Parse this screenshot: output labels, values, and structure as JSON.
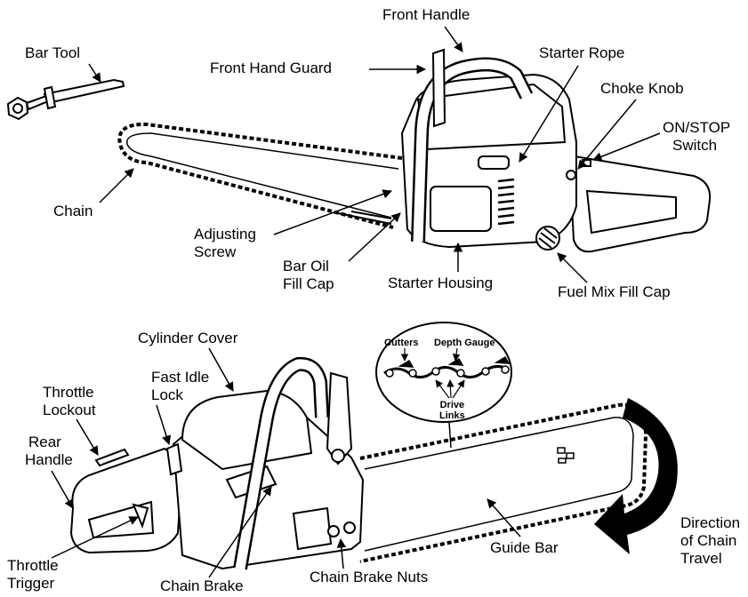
{
  "top_diagram": {
    "front_handle": "Front Handle",
    "bar_tool": "Bar Tool",
    "front_hand_guard": "Front Hand Guard",
    "starter_rope": "Starter Rope",
    "choke_knob": "Choke Knob",
    "on_stop_switch": [
      "ON/STOP",
      "Switch"
    ],
    "chain": "Chain",
    "adjusting_screw": [
      "Adjusting",
      "Screw"
    ],
    "bar_oil_fill_cap": [
      "Bar Oil",
      "Fill Cap"
    ],
    "starter_housing": "Starter Housing",
    "fuel_mix_fill_cap": "Fuel Mix Fill Cap"
  },
  "bottom_diagram": {
    "cylinder_cover": "Cylinder Cover",
    "fast_idle_lock": [
      "Fast Idle",
      "Lock"
    ],
    "throttle_lockout": [
      "Throttle",
      "Lockout"
    ],
    "rear_handle": [
      "Rear",
      "Handle"
    ],
    "throttle_trigger": [
      "Throttle",
      "Trigger"
    ],
    "chain_brake": "Chain Brake",
    "chain_brake_nuts": "Chain Brake Nuts",
    "guide_bar": "Guide Bar",
    "direction_of_chain_travel": [
      "Direction",
      "of Chain",
      "Travel"
    ],
    "chain_detail": {
      "cutters": "Cutters",
      "depth_gauge": "Depth Gauge",
      "drive_links": [
        "Drive",
        "Links"
      ]
    }
  },
  "colors": {
    "ink": "#000000",
    "paper": "#ffffff"
  }
}
